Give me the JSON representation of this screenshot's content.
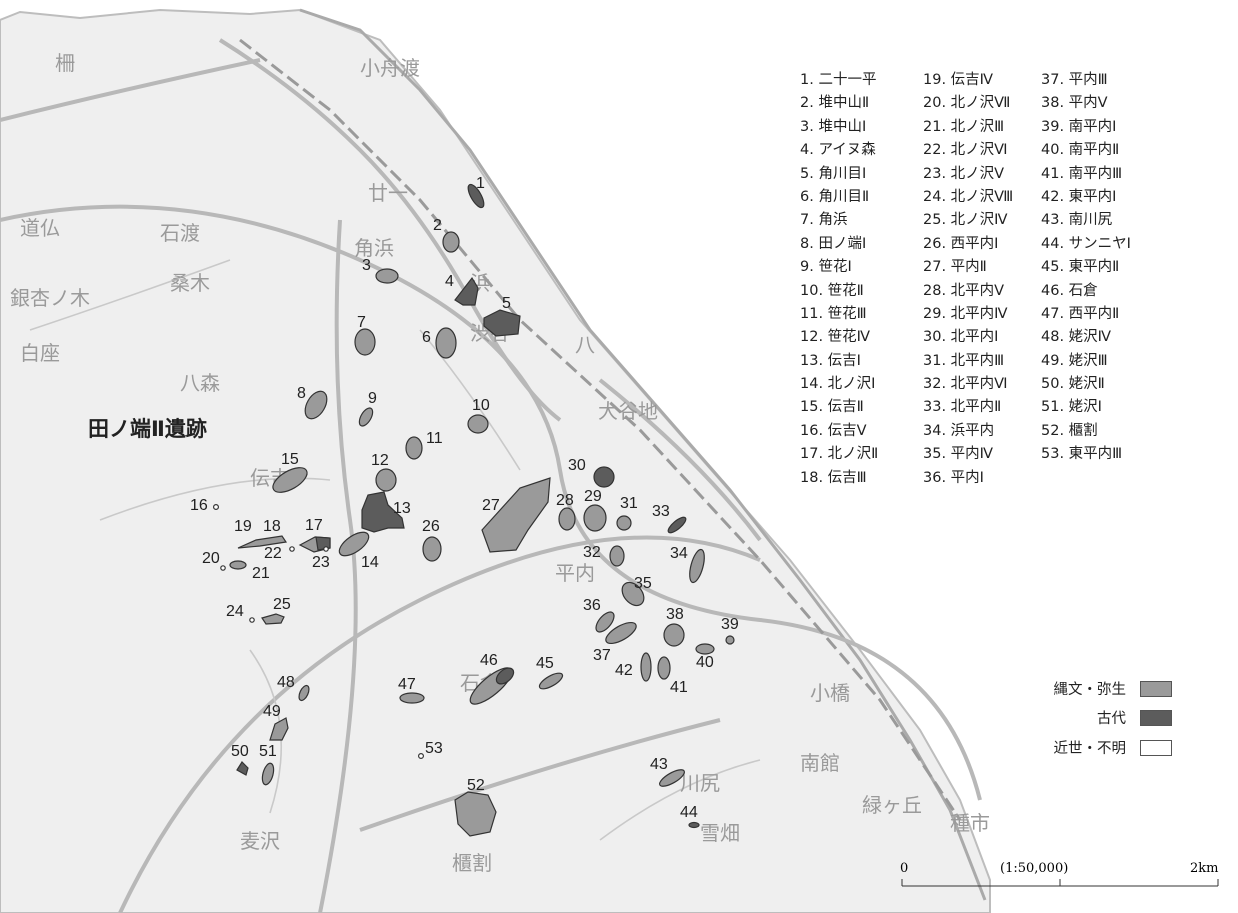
{
  "site_title": "田ノ端Ⅱ遺跡",
  "legend_list": [
    {
      "label": "1. 二十一平"
    },
    {
      "label": "2. 堆中山Ⅱ"
    },
    {
      "label": "3. 堆中山Ⅰ"
    },
    {
      "label": "4. アイヌ森"
    },
    {
      "label": "5. 角川目Ⅰ"
    },
    {
      "label": "6. 角川目Ⅱ"
    },
    {
      "label": "7. 角浜"
    },
    {
      "label": "8. 田ノ端Ⅰ"
    },
    {
      "label": "9. 笹花Ⅰ"
    },
    {
      "label": "10. 笹花Ⅱ"
    },
    {
      "label": "11. 笹花Ⅲ"
    },
    {
      "label": "12. 笹花Ⅳ"
    },
    {
      "label": "13. 伝吉Ⅰ"
    },
    {
      "label": "14. 北ノ沢Ⅰ"
    },
    {
      "label": "15. 伝吉Ⅱ"
    },
    {
      "label": "16. 伝吉Ⅴ"
    },
    {
      "label": "17. 北ノ沢Ⅱ"
    },
    {
      "label": "18. 伝吉Ⅲ"
    },
    {
      "label": "19. 伝吉Ⅳ"
    },
    {
      "label": "20. 北ノ沢Ⅶ"
    },
    {
      "label": "21. 北ノ沢Ⅲ"
    },
    {
      "label": "22. 北ノ沢Ⅵ"
    },
    {
      "label": "23. 北ノ沢Ⅴ"
    },
    {
      "label": "24. 北ノ沢Ⅷ"
    },
    {
      "label": "25. 北ノ沢Ⅳ"
    },
    {
      "label": "26. 西平内Ⅰ"
    },
    {
      "label": "27. 平内Ⅱ"
    },
    {
      "label": "28. 北平内Ⅴ"
    },
    {
      "label": "29. 北平内Ⅳ"
    },
    {
      "label": "30. 北平内Ⅰ"
    },
    {
      "label": "31. 北平内Ⅲ"
    },
    {
      "label": "32. 北平内Ⅵ"
    },
    {
      "label": "33. 北平内Ⅱ"
    },
    {
      "label": "34. 浜平内"
    },
    {
      "label": "35. 平内Ⅳ"
    },
    {
      "label": "36. 平内Ⅰ"
    },
    {
      "label": "37. 平内Ⅲ"
    },
    {
      "label": "38. 平内Ⅴ"
    },
    {
      "label": "39. 南平内Ⅰ"
    },
    {
      "label": "40. 南平内Ⅱ"
    },
    {
      "label": "41. 南平内Ⅲ"
    },
    {
      "label": "42. 東平内Ⅰ"
    },
    {
      "label": "43. 南川尻"
    },
    {
      "label": "44. サンニヤⅠ"
    },
    {
      "label": "45. 東平内Ⅱ"
    },
    {
      "label": "46. 石倉"
    },
    {
      "label": "47. 西平内Ⅱ"
    },
    {
      "label": "48. 姥沢Ⅳ"
    },
    {
      "label": "49. 姥沢Ⅲ"
    },
    {
      "label": "50. 姥沢Ⅱ"
    },
    {
      "label": "51. 姥沢Ⅰ"
    },
    {
      "label": "52. 櫃割"
    },
    {
      "label": "53. 東平内Ⅲ"
    }
  ],
  "key": [
    {
      "label": "縄文・弥生",
      "color": "#9a9a9a"
    },
    {
      "label": "古代",
      "color": "#5c5c5c"
    },
    {
      "label": "近世・不明",
      "color": "#ffffff"
    }
  ],
  "map_labels": {
    "place_names": [
      "柵",
      "小舟渡",
      "道仏",
      "石渡",
      "桑木",
      "銀杏ノ木",
      "白座",
      "八森",
      "廿一",
      "角浜",
      "浜",
      "渋谷",
      "大谷地",
      "伝吉",
      "平内",
      "石倉",
      "小橋",
      "南館",
      "川尻",
      "雪畑",
      "緑ヶ丘",
      "種市",
      "麦沢",
      "櫃割",
      "八"
    ],
    "site_numbers": [
      "1",
      "2",
      "3",
      "4",
      "5",
      "6",
      "7",
      "8",
      "9",
      "10",
      "11",
      "12",
      "13",
      "14",
      "15",
      "16",
      "17",
      "18",
      "19",
      "20",
      "21",
      "22",
      "23",
      "24",
      "25",
      "26",
      "27",
      "28",
      "29",
      "30",
      "31",
      "32",
      "33",
      "34",
      "35",
      "36",
      "37",
      "38",
      "39",
      "40",
      "41",
      "42",
      "43",
      "44",
      "45",
      "46",
      "47",
      "48",
      "49",
      "50",
      "51",
      "52",
      "53"
    ]
  },
  "scale": {
    "start": "0",
    "label": "(1:50,000)",
    "end": "2km"
  }
}
